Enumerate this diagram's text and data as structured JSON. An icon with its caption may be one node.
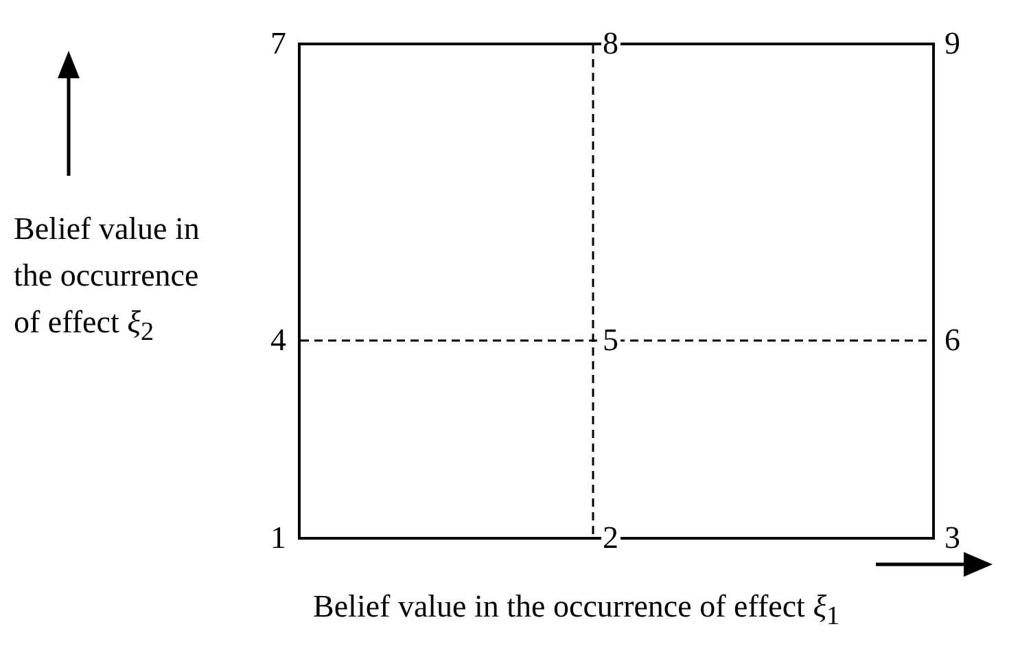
{
  "diagram": {
    "labels": [
      "7",
      "8",
      "9",
      "Belief value in the occurrence of effect *ξ*$_{2}$",
      "4",
      "5",
      "6",
      "1",
      "2",
      "3",
      "Belief value in the occurrence of effect *ξ*$_{1}$"
    ]
  }
}
